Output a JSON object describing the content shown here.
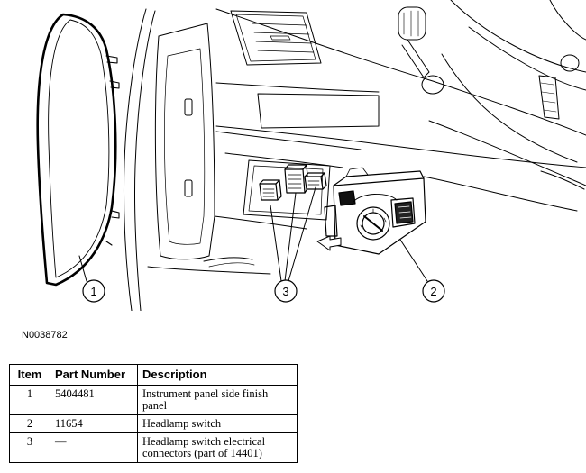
{
  "figure": {
    "callouts": [
      "1",
      "2",
      "3"
    ],
    "figure_id": "N0038782"
  },
  "table": {
    "headers": {
      "item": "Item",
      "part_number": "Part Number",
      "description": "Description"
    },
    "rows": [
      {
        "item": "1",
        "part_number": "5404481",
        "description": "Instrument panel side finish panel"
      },
      {
        "item": "2",
        "part_number": "11654",
        "description": "Headlamp switch"
      },
      {
        "item": "3",
        "part_number": "—",
        "description": "Headlamp switch electrical connectors (part of 14401)"
      }
    ]
  }
}
